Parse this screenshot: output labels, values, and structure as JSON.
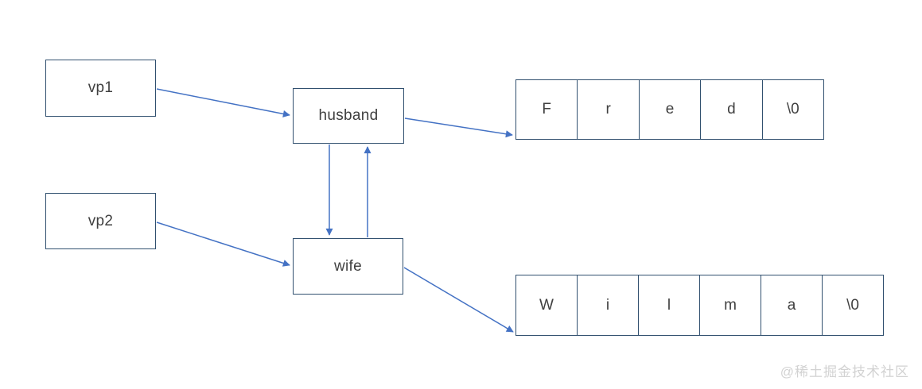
{
  "diagram": {
    "description": "Pointer diagram: two char pointers (husband, wife) pointing to C strings, with vp1/vp2 void pointers referencing them",
    "colors": {
      "box_border": "#31506f",
      "arrow": "#4472c4",
      "label_text": "#404040",
      "watermark_text": "#d2d2d2",
      "background": "#ffffff"
    },
    "boxes": {
      "vp1": {
        "label": "vp1"
      },
      "vp2": {
        "label": "vp2"
      },
      "husband": {
        "label": "husband"
      },
      "wife": {
        "label": "wife"
      }
    },
    "arrays": {
      "fred": {
        "cells": [
          "F",
          "r",
          "e",
          "d",
          "\\0"
        ]
      },
      "wilma": {
        "cells": [
          "W",
          "i",
          "l",
          "m",
          "a",
          "\\0"
        ]
      }
    },
    "edges": [
      {
        "from": "vp1",
        "to": "husband"
      },
      {
        "from": "vp2",
        "to": "wife"
      },
      {
        "from": "husband",
        "to": "fred-array"
      },
      {
        "from": "wife",
        "to": "wilma-array"
      },
      {
        "from": "husband",
        "to": "wife"
      },
      {
        "from": "wife",
        "to": "husband"
      }
    ]
  },
  "watermark": {
    "text": "@稀土掘金技术社区"
  }
}
